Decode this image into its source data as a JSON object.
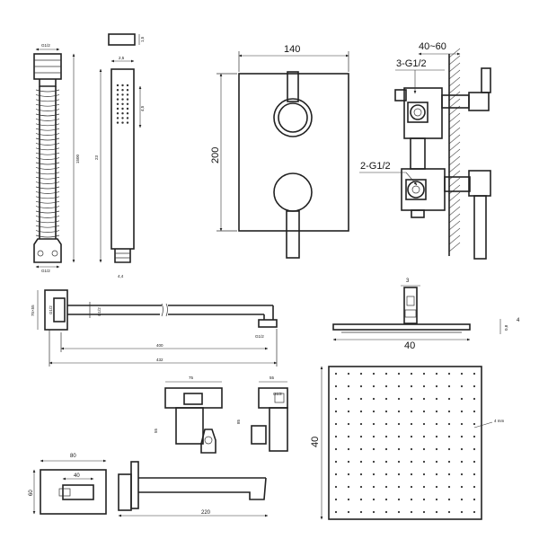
{
  "labels": {
    "hose": {
      "thread_top": "G1/2",
      "thread_bottom": "G1/2",
      "length": "1500"
    },
    "cap": {
      "height": "1,5"
    },
    "handshower": {
      "width_top": "2,5",
      "spray_len": "4,5",
      "length": "23",
      "base": "4,4"
    },
    "plate": {
      "width": "140",
      "height": "200"
    },
    "valve_side": {
      "depth": "40~60",
      "port_top": "3-G1/2",
      "port_bottom": "2-G1/2"
    },
    "shower_arm": {
      "flange_h": "75×55",
      "thread_a": "G1/2",
      "thread_b": "G1/2",
      "pipe": "G1/2",
      "inner": "400",
      "overall": "432"
    },
    "head_side": {
      "depth": "3",
      "thickness": "4",
      "width": "40",
      "small": "0,8"
    },
    "bracket": {
      "width_front": "75",
      "height_front": "55",
      "width_side": "55",
      "depth_side": "85",
      "thread": "G1/2"
    },
    "spout": {
      "plate_w": "80",
      "plate_h": "60",
      "inner": "40",
      "length": "220"
    },
    "head_top": {
      "size": "40",
      "hole": "4 mm"
    }
  }
}
